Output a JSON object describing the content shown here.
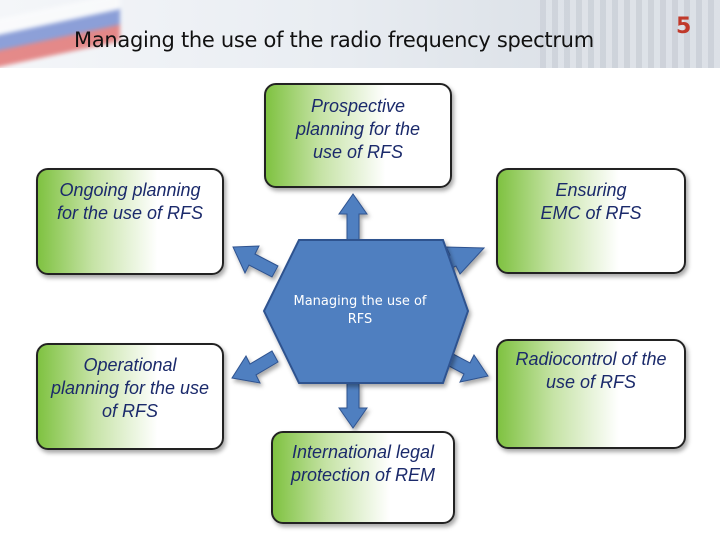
{
  "header": {
    "title": "Managing the use of the radio frequency spectrum",
    "page_number": "5"
  },
  "hub": {
    "label": "Managing the use of RFS",
    "fill": "#4f7fc0",
    "stroke": "#2f528f"
  },
  "nodes": {
    "prospective": "Prospective planning for the use of RFS",
    "ongoing": "Ongoing planning for the use of RFS",
    "emc": "Ensuring EMC of RFS",
    "operational": "Operational planning for the use of RFS",
    "radiocontrol": "Radiocontrol of the use of RFS",
    "international": "International legal protection of REM"
  },
  "colors": {
    "box_gradient": "#7fc241",
    "box_text": "#1b2a6b",
    "arrow": "#4f7fc0",
    "title_number": "#c0392b"
  }
}
